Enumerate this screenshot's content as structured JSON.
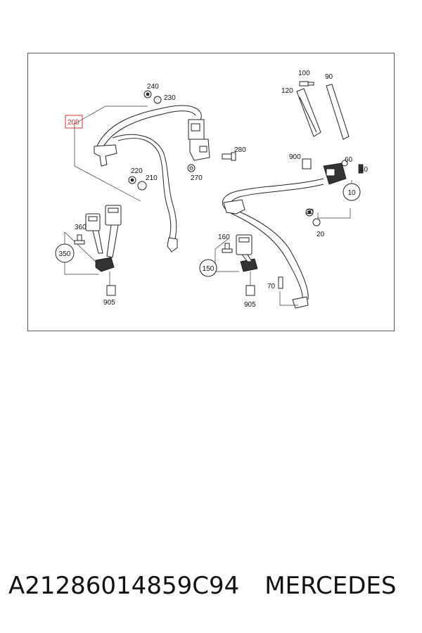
{
  "diagram": {
    "callouts": {
      "c240": "240",
      "c230": "230",
      "c200": "200",
      "c280": "280",
      "c220": "220",
      "c210": "210",
      "c270": "270",
      "c360": "360",
      "c350": "350",
      "c905a": "905",
      "c100": "100",
      "c90": "90",
      "c120": "120",
      "c900": "900",
      "c60": "60",
      "c40": "40",
      "c10": "10",
      "c30": "30",
      "c20": "20",
      "c160": "160",
      "c150": "150",
      "c70": "70",
      "c905b": "905"
    },
    "colors": {
      "highlight": "#e03030",
      "line": "#222222"
    }
  },
  "caption": {
    "part_number": "A21286014859C94",
    "brand": "MERCEDES"
  }
}
